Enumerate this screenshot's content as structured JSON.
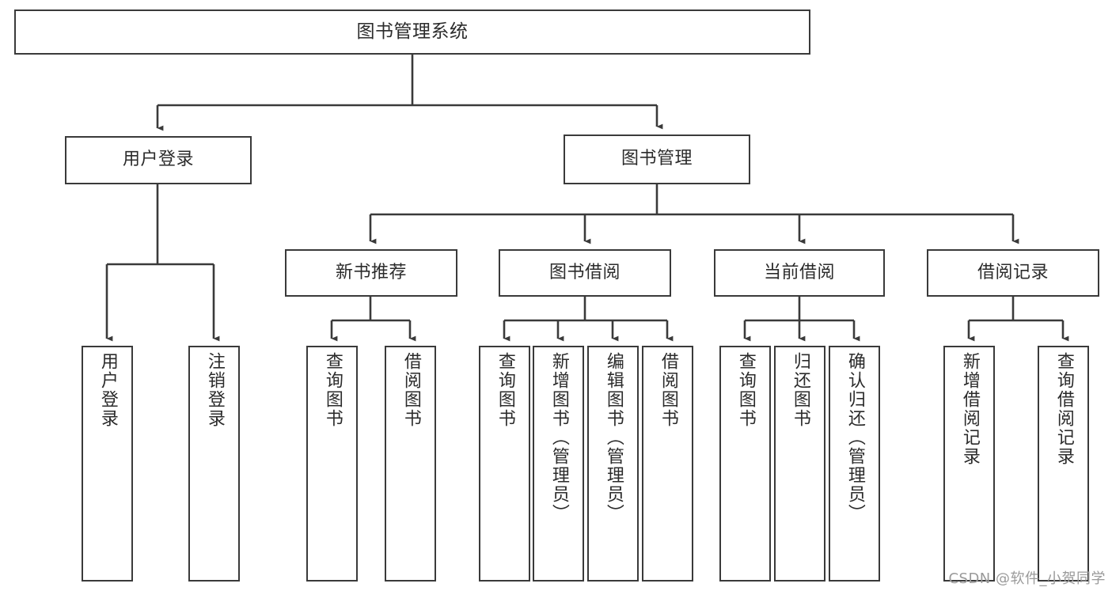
{
  "diagram": {
    "title": "图书管理系统",
    "type": "tree-hierarchy-chart",
    "stroke_color": "#3a3a3a",
    "text_color": "#2b2b2b",
    "background_color": "#ffffff",
    "root": {
      "id": "root",
      "label": "图书管理系统",
      "orientation": "horizontal"
    },
    "level2": [
      {
        "id": "user-login",
        "label": "用户登录",
        "orientation": "horizontal"
      },
      {
        "id": "book-management",
        "label": "图书管理",
        "orientation": "horizontal"
      }
    ],
    "level3": [
      {
        "id": "new-book-recommend",
        "label": "新书推荐",
        "orientation": "horizontal"
      },
      {
        "id": "book-borrow",
        "label": "图书借阅",
        "orientation": "horizontal"
      },
      {
        "id": "current-borrow",
        "label": "当前借阅",
        "orientation": "horizontal"
      },
      {
        "id": "borrow-record",
        "label": "借阅记录",
        "orientation": "horizontal"
      }
    ],
    "leaves": {
      "user_login": [
        {
          "id": "leaf-user-login",
          "label": "用户登录"
        },
        {
          "id": "leaf-logout-login",
          "label": "注销登录"
        }
      ],
      "new_book_recommend": [
        {
          "id": "leaf-query-book-1",
          "label": "查询图书"
        },
        {
          "id": "leaf-borrow-book-1",
          "label": "借阅图书"
        }
      ],
      "book_borrow": [
        {
          "id": "leaf-query-book-2",
          "label": "查询图书"
        },
        {
          "id": "leaf-add-book",
          "label": "新增图书（管理员）"
        },
        {
          "id": "leaf-edit-book",
          "label": "编辑图书（管理员）"
        },
        {
          "id": "leaf-borrow-book-2",
          "label": "借阅图书"
        }
      ],
      "current_borrow": [
        {
          "id": "leaf-query-book-3",
          "label": "查询图书"
        },
        {
          "id": "leaf-return-book",
          "label": "归还图书"
        },
        {
          "id": "leaf-confirm-return",
          "label": "确认归还（管理员）"
        }
      ],
      "borrow_record": [
        {
          "id": "leaf-add-borrow-record",
          "label": "新增借阅记录"
        },
        {
          "id": "leaf-query-borrow-record",
          "label": "查询借阅记录"
        }
      ]
    }
  },
  "watermark": {
    "text": "CSDN @软件_小贺同学"
  }
}
